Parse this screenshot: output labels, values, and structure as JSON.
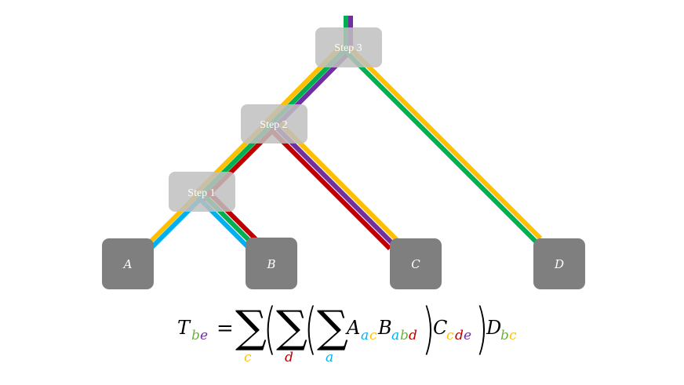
{
  "colors": {
    "yellow": "#FFC000",
    "green": "#00B050",
    "purple": "#7030A0",
    "red": "#C00000",
    "blue": "#00B0F0",
    "light_green": "#70AD47",
    "node_fill": "#7F7F7F",
    "step_fill": "#BFBFBF"
  },
  "steps": [
    {
      "label": "Step 1"
    },
    {
      "label": "Step 2"
    },
    {
      "label": "Step 3"
    }
  ],
  "tensors": [
    {
      "label": "A"
    },
    {
      "label": "B"
    },
    {
      "label": "C"
    },
    {
      "label": "D"
    }
  ],
  "edges": [
    {
      "from": "output",
      "to": "Step 3",
      "indices": [
        "b",
        "e"
      ],
      "colors": [
        "green",
        "purple"
      ]
    },
    {
      "from": "Step 3",
      "to": "Step 2",
      "indices": [
        "c",
        "b",
        "e"
      ],
      "colors": [
        "yellow",
        "green",
        "purple"
      ]
    },
    {
      "from": "Step 3",
      "to": "D",
      "indices": [
        "b",
        "c"
      ],
      "colors": [
        "green",
        "yellow"
      ]
    },
    {
      "from": "Step 2",
      "to": "Step 1",
      "indices": [
        "c",
        "b",
        "d"
      ],
      "colors": [
        "yellow",
        "green",
        "red"
      ]
    },
    {
      "from": "Step 2",
      "to": "C",
      "indices": [
        "d",
        "e",
        "c"
      ],
      "colors": [
        "red",
        "purple",
        "yellow"
      ]
    },
    {
      "from": "Step 1",
      "to": "A",
      "indices": [
        "c",
        "a"
      ],
      "colors": [
        "yellow",
        "blue"
      ]
    },
    {
      "from": "Step 1",
      "to": "B",
      "indices": [
        "a",
        "b",
        "d"
      ],
      "colors": [
        "blue",
        "green",
        "red"
      ]
    }
  ],
  "equation": {
    "lhs": {
      "symbol": "T",
      "sub": [
        "b",
        "e"
      ]
    },
    "equals": "=",
    "sums": [
      {
        "symbol": "∑",
        "index": "c"
      },
      {
        "symbol": "∑",
        "index": "d"
      },
      {
        "symbol": "∑",
        "index": "a"
      }
    ],
    "open_paren": "(",
    "close_paren": ")",
    "terms": [
      {
        "symbol": "A",
        "sub": [
          "a",
          "c"
        ]
      },
      {
        "symbol": "B",
        "sub": [
          "a",
          "b",
          "d"
        ]
      },
      {
        "symbol": "C",
        "sub": [
          "c",
          "d",
          "e"
        ]
      },
      {
        "symbol": "D",
        "sub": [
          "b",
          "c"
        ]
      }
    ]
  }
}
